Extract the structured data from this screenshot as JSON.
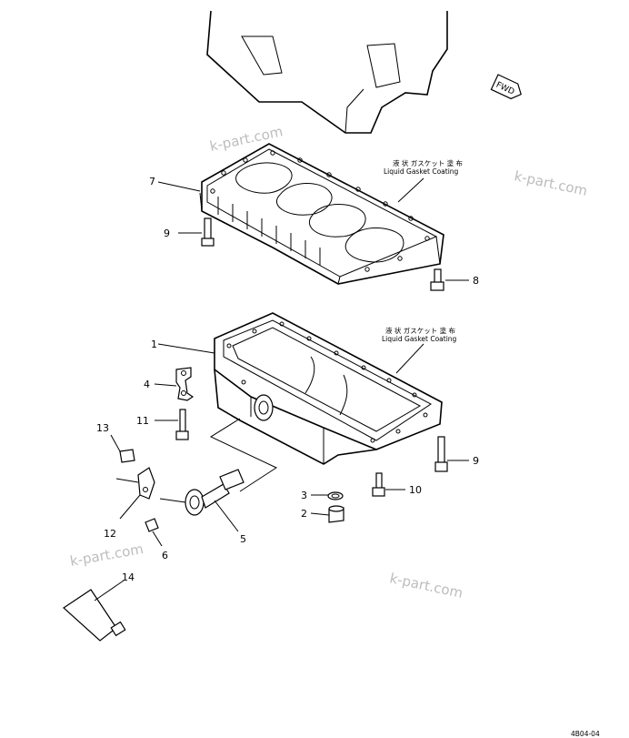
{
  "callouts": [
    {
      "id": "1",
      "text": "1"
    },
    {
      "id": "2",
      "text": "2"
    },
    {
      "id": "3",
      "text": "3"
    },
    {
      "id": "4",
      "text": "4"
    },
    {
      "id": "5",
      "text": "5"
    },
    {
      "id": "6",
      "text": "6"
    },
    {
      "id": "7",
      "text": "7"
    },
    {
      "id": "8",
      "text": "8"
    },
    {
      "id": "9a",
      "text": "9"
    },
    {
      "id": "9b",
      "text": "9"
    },
    {
      "id": "10",
      "text": "10"
    },
    {
      "id": "11",
      "text": "11"
    },
    {
      "id": "12",
      "text": "12"
    },
    {
      "id": "13",
      "text": "13"
    },
    {
      "id": "14",
      "text": "14"
    }
  ],
  "notes": {
    "gasket_top_jp": "液 状 ガスケット 塗 布",
    "gasket_top_en": "Liquid Gasket Coating",
    "gasket_bottom_jp": "液 状 ガスケット 塗 布",
    "gasket_bottom_en": "Liquid Gasket Coating"
  },
  "fwd_marker": "FWD",
  "watermarks": [
    "k-part.com",
    "k-part.com",
    "k-part.com",
    "k-part.com"
  ],
  "page_code": "4B04-04"
}
